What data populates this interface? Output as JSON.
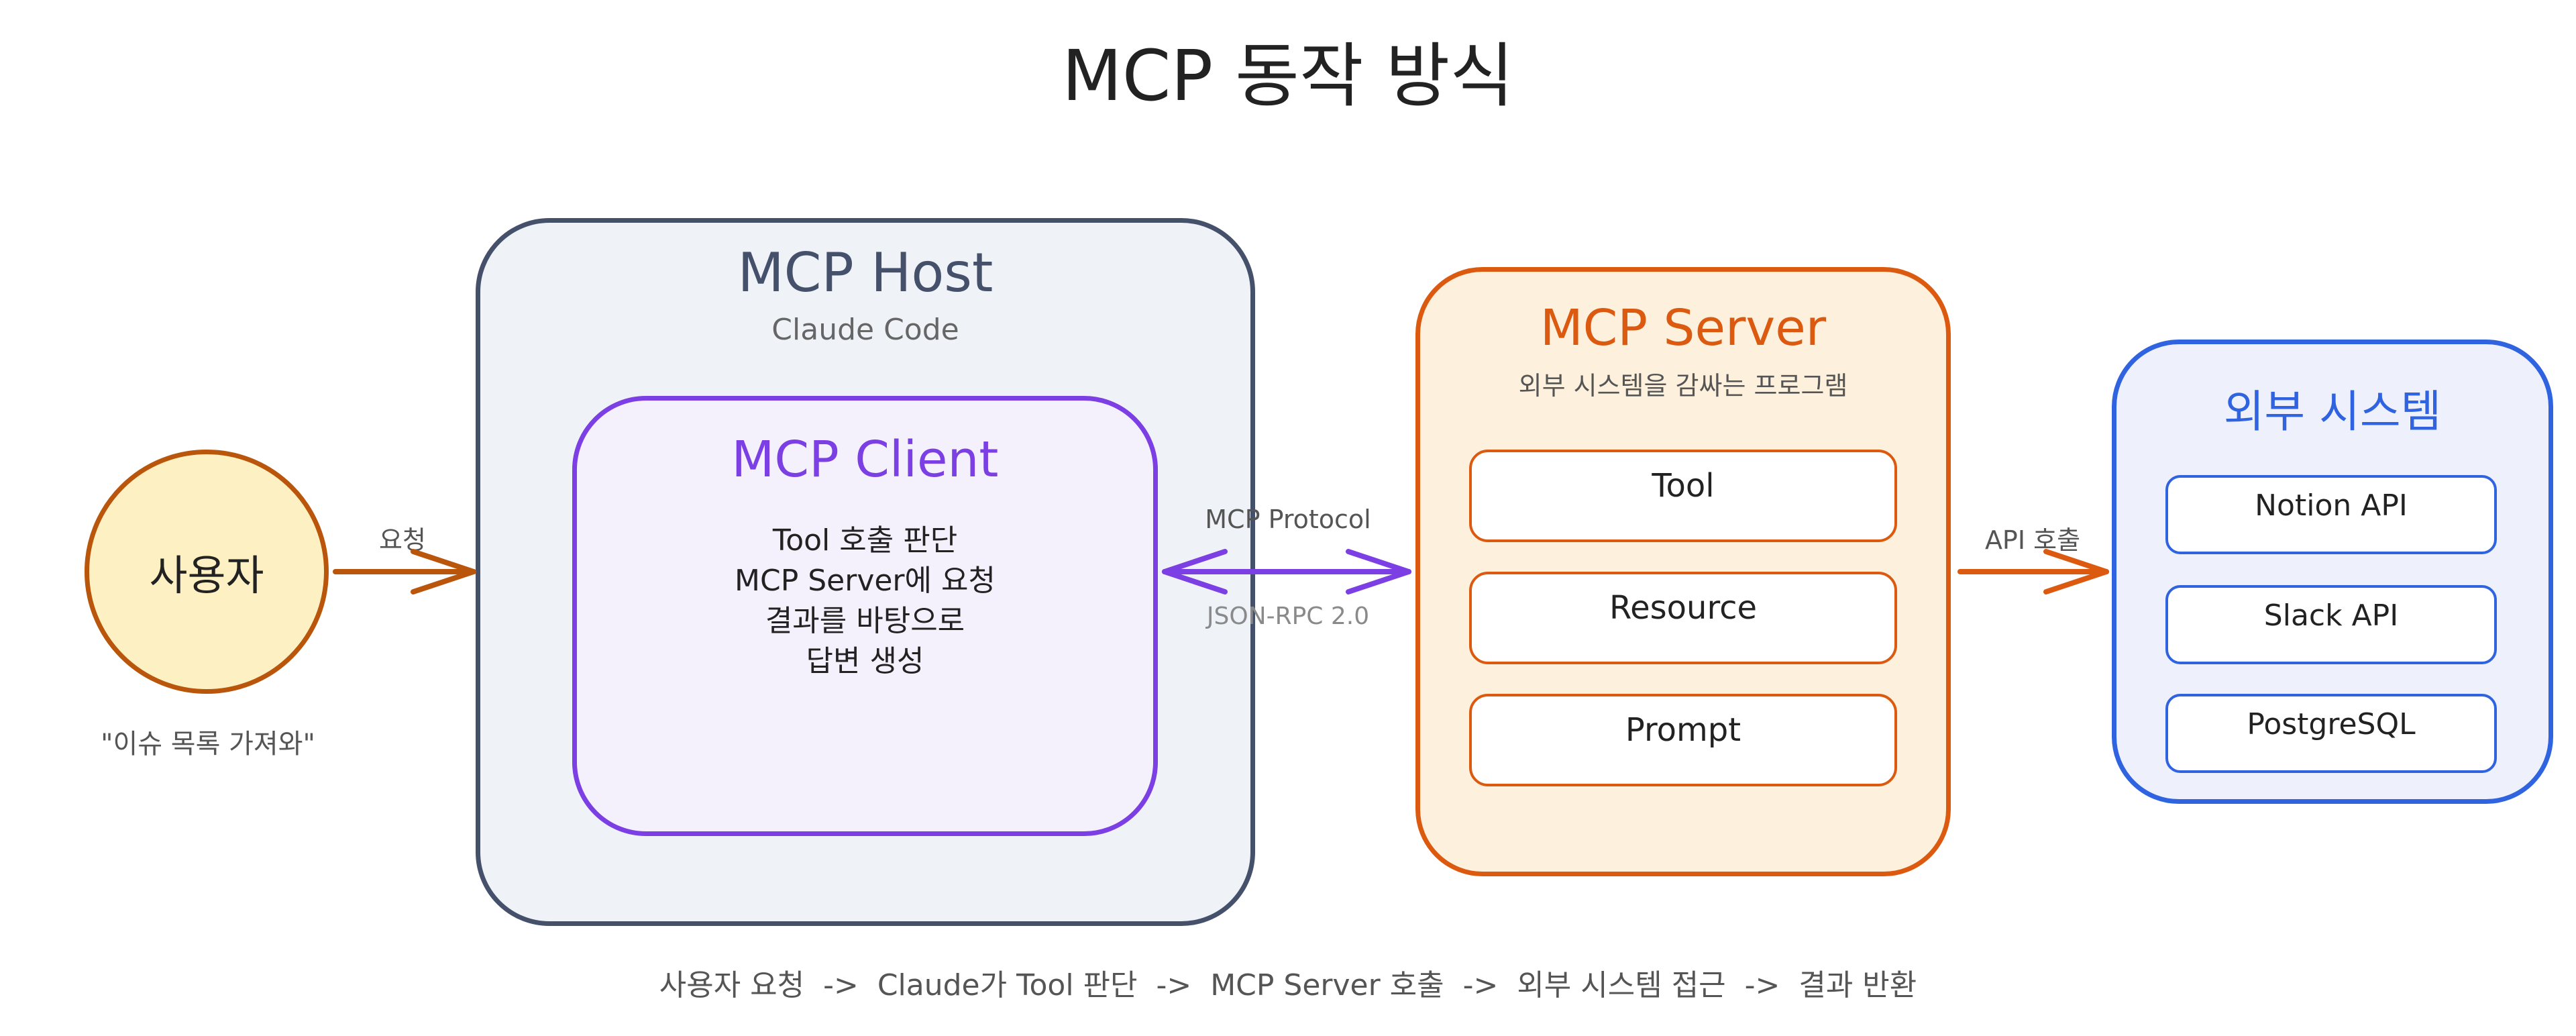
{
  "title": "MCP 동작 방식",
  "user": {
    "label": "사용자",
    "quote": "\"이슈 목록 가져와\"",
    "request_label": "요청"
  },
  "host": {
    "title": "MCP Host",
    "subtitle": "Claude Code"
  },
  "client": {
    "title": "MCP Client",
    "lines": [
      "Tool 호출 판단",
      "MCP Server에 요청",
      "결과를 바탕으로",
      "답변 생성"
    ]
  },
  "protocol": {
    "label": "MCP Protocol",
    "sublabel": "JSON-RPC 2.0"
  },
  "server": {
    "title": "MCP Server",
    "subtitle": "외부 시스템을 감싸는 프로그램",
    "items": [
      "Tool",
      "Resource",
      "Prompt"
    ]
  },
  "api_call_label": "API 호출",
  "external": {
    "title": "외부 시스템",
    "items": [
      "Notion API",
      "Slack API",
      "PostgreSQL"
    ]
  },
  "flow_caption": "사용자 요청  ->  Claude가 Tool 판단  ->  MCP Server 호출  ->  외부 시스템 접근  ->  결과 반환",
  "colors": {
    "user_fill": "#fdf0c2",
    "user_border": "#b9560b",
    "host_border": "#45506a",
    "client_accent": "#7b3fe4",
    "server_accent": "#db5a10",
    "external_accent": "#2f63e0"
  }
}
